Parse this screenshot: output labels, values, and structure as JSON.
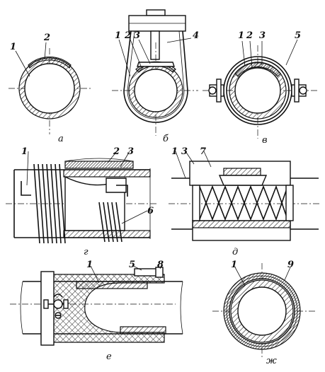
{
  "figure": {
    "panels": [
      {
        "id": "a",
        "caption": "а",
        "labels": [
          "1",
          "2"
        ]
      },
      {
        "id": "b",
        "caption": "б",
        "labels": [
          "1",
          "2",
          "3",
          "4"
        ]
      },
      {
        "id": "v",
        "caption": "в",
        "labels": [
          "1",
          "2",
          "3",
          "5"
        ]
      },
      {
        "id": "g",
        "caption": "г",
        "labels": [
          "1",
          "2",
          "3",
          "6"
        ]
      },
      {
        "id": "d",
        "caption": "д",
        "labels": [
          "1",
          "3",
          "7"
        ]
      },
      {
        "id": "e",
        "caption": "е",
        "labels": [
          "1",
          "5",
          "8"
        ]
      },
      {
        "id": "zh",
        "caption": "ж",
        "labels": [
          "1",
          "9"
        ]
      }
    ]
  }
}
